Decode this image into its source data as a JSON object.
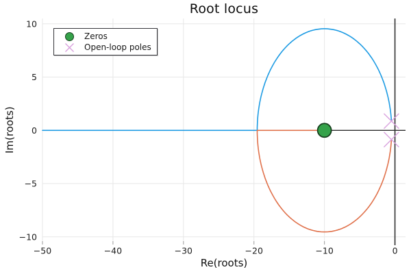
{
  "figure": {
    "title": "Root locus",
    "xlabel": "Re(roots)",
    "ylabel": "Im(roots)"
  },
  "chart_data": {
    "type": "line",
    "title": "Root locus",
    "xlabel": "Re(roots)",
    "ylabel": "Im(roots)",
    "xlim": [
      -50,
      1.5
    ],
    "ylim": [
      -10.4,
      10.5
    ],
    "xticks": [
      -50,
      -40,
      -30,
      -20,
      -10,
      0
    ],
    "yticks": [
      -10,
      -5,
      0,
      5,
      10
    ],
    "grid": true,
    "legend_position": "top-left",
    "axes_through_origin": {
      "vertical_at_re": 0,
      "horizontal_at_im": 0
    },
    "zeros": {
      "label": "Zeros",
      "marker": "circle",
      "points": [
        [
          -10,
          0
        ]
      ],
      "color": "#35a24a",
      "edge_color": "#173f1e"
    },
    "poles": {
      "label": "Open-loop poles",
      "marker": "x",
      "points": [
        [
          -0.5,
          0.87
        ],
        [
          -0.5,
          -0.87
        ]
      ],
      "color": "#d9a2de"
    },
    "branches": [
      {
        "name": "branch-upper-to-infinity",
        "color": "#1d9be3",
        "side": "upper",
        "real_axis_segment": [
          [
            -50,
            0
          ],
          [
            -19.54,
            0
          ]
        ],
        "circle": {
          "cx": -10,
          "cy": 0,
          "r": 9.54
        },
        "end_pole_index": 0
      },
      {
        "name": "branch-lower-to-zero",
        "color": "#e0714b",
        "side": "lower",
        "real_axis_segment": [
          [
            -10,
            0
          ],
          [
            -19.54,
            0
          ]
        ],
        "circle": {
          "cx": -10,
          "cy": 0,
          "r": 9.54
        },
        "end_pole_index": 1
      }
    ],
    "legend": {
      "items": [
        {
          "label": "Zeros",
          "marker": "circle"
        },
        {
          "label": "Open-loop poles",
          "marker": "x"
        }
      ]
    },
    "colors": {
      "background": "#ffffff",
      "grid": "#e7e7e7",
      "axis_line": "#2e2e2e",
      "tick_mark": "#9b9b9b",
      "tick_text": "#1c1c1c"
    }
  }
}
